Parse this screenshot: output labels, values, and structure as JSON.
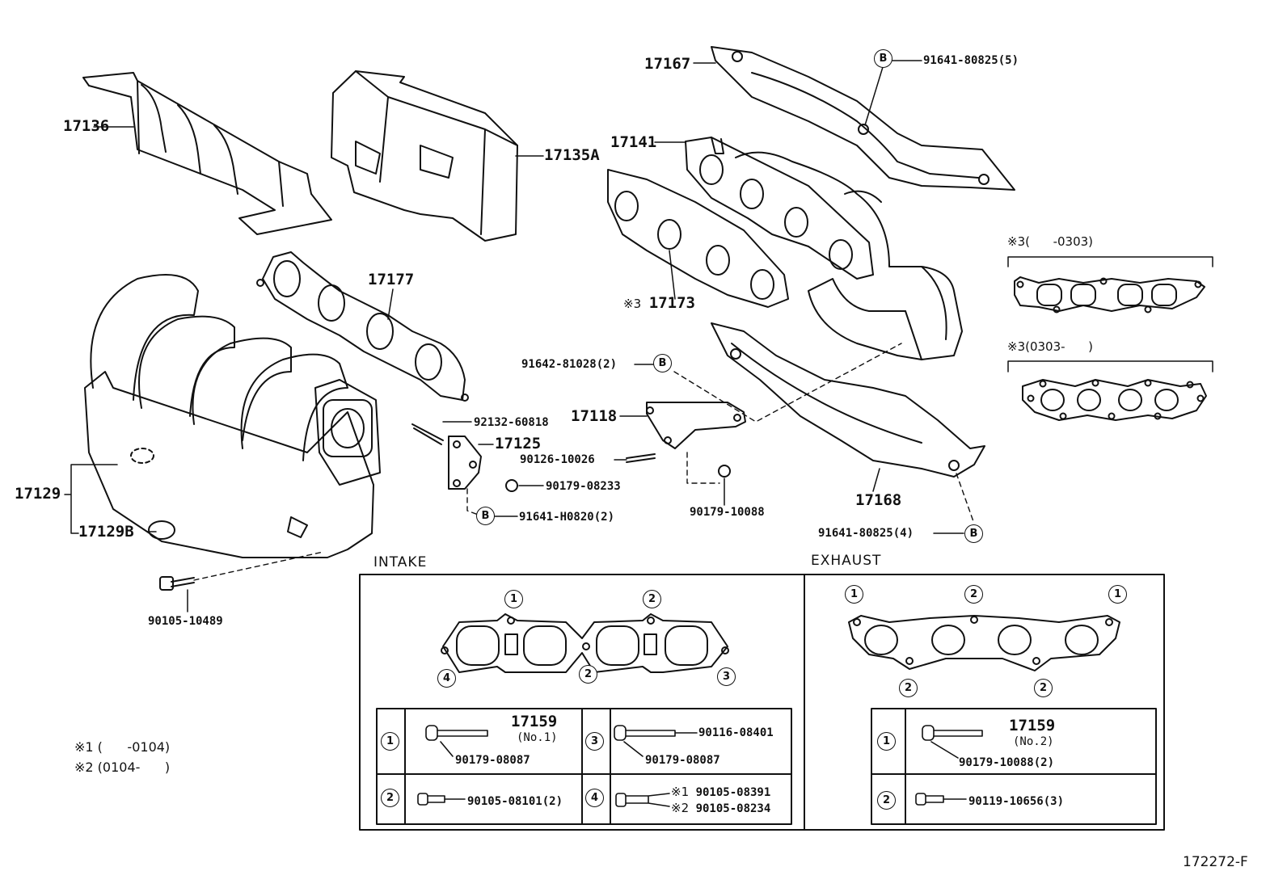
{
  "parts": {
    "p17136": "17136",
    "p17135A": "17135A",
    "p17167": "17167",
    "p91641_80825_5": "91641-80825(5)",
    "p17141": "17141",
    "p17173": "17173",
    "p17177": "17177",
    "p91642_81028": "91642-81028(2)",
    "p17118": "17118",
    "p92132_60818": "92132-60818",
    "p17125": "17125",
    "p90126_10026": "90126-10026",
    "p90179_08233": "90179-08233",
    "p91641_H0820": "91641-H0820(2)",
    "p90179_10088": "90179-10088",
    "p17168": "17168",
    "p91641_80825_4": "91641-80825(4)",
    "p17129": "17129",
    "p17129B": "17129B",
    "p90105_10489": "90105-10489"
  },
  "markers": {
    "b": "B",
    "note3": "※3"
  },
  "gasket_variants": {
    "v1": "※3(      -0303)",
    "v2": "※3(0303-      )"
  },
  "sections": {
    "intake": "INTAKE",
    "exhaust": "EXHAUST"
  },
  "seq": {
    "n1": "1",
    "n2": "2",
    "n3": "3",
    "n4": "4"
  },
  "intake_table": {
    "r1a_part": "17159",
    "r1a_sub": "(No.1)",
    "r1a_nut": "90179-08087",
    "r1b_part": "90116-08401",
    "r1b_nut": "90179-08087",
    "r2a_part": "90105-08101(2)",
    "r2b_note1": "※1",
    "r2b_part1": "90105-08391",
    "r2b_note2": "※2",
    "r2b_part2": "90105-08234"
  },
  "exhaust_table": {
    "r1_part": "17159",
    "r1_sub": "(No.2)",
    "r1_nut": "90179-10088(2)",
    "r2_part": "90119-10656(3)"
  },
  "footnotes": {
    "f1": "※1 (      -0104)",
    "f2": "※2 (0104-      )"
  },
  "figure_ref": "172272-F"
}
